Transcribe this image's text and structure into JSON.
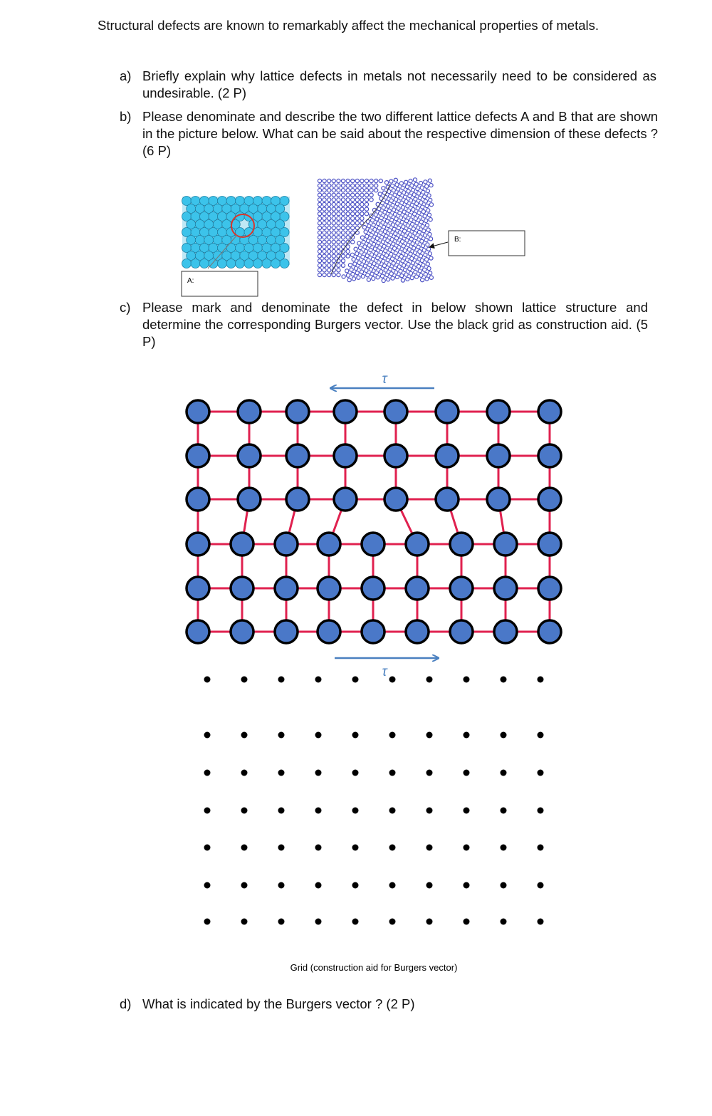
{
  "intro": "Structural defects are known to remarkably affect the mechanical properties of metals.",
  "questions": {
    "a": {
      "label": "a)",
      "text": "Briefly explain why lattice defects in metals not necessarily need to be considered as undesirable. (2 P)"
    },
    "b": {
      "label": "b)",
      "text": "Please denominate and describe the two different lattice defects A and B that are shown in the picture below. What can be said about the respective dimension of these defects ? (6 P)"
    },
    "c": {
      "label": "c)",
      "text": "Please mark and denominate the defect in below shown lattice structure and determine the corresponding Burgers vector. Use the black grid as construction aid. (5 P)"
    },
    "d": {
      "label": "d)",
      "text": "What is indicated by the Burgers vector ? (2 P)"
    }
  },
  "figure_b": {
    "label_a": "A:",
    "label_b": "B:",
    "colors": {
      "atom_a": "#3cc3ea",
      "atom_b": "#4a4fc4",
      "vacancy_circle": "#d9362b"
    }
  },
  "figure_c": {
    "shear_symbol_top": "τ",
    "shear_symbol_bottom": "τ",
    "colors": {
      "atom": "#4a78c8",
      "bond": "#e0214f",
      "arrow": "#4a80c0"
    }
  },
  "grid": {
    "caption": "Grid (construction aid for Burgers vector)",
    "rows": 7,
    "cols": 10
  }
}
